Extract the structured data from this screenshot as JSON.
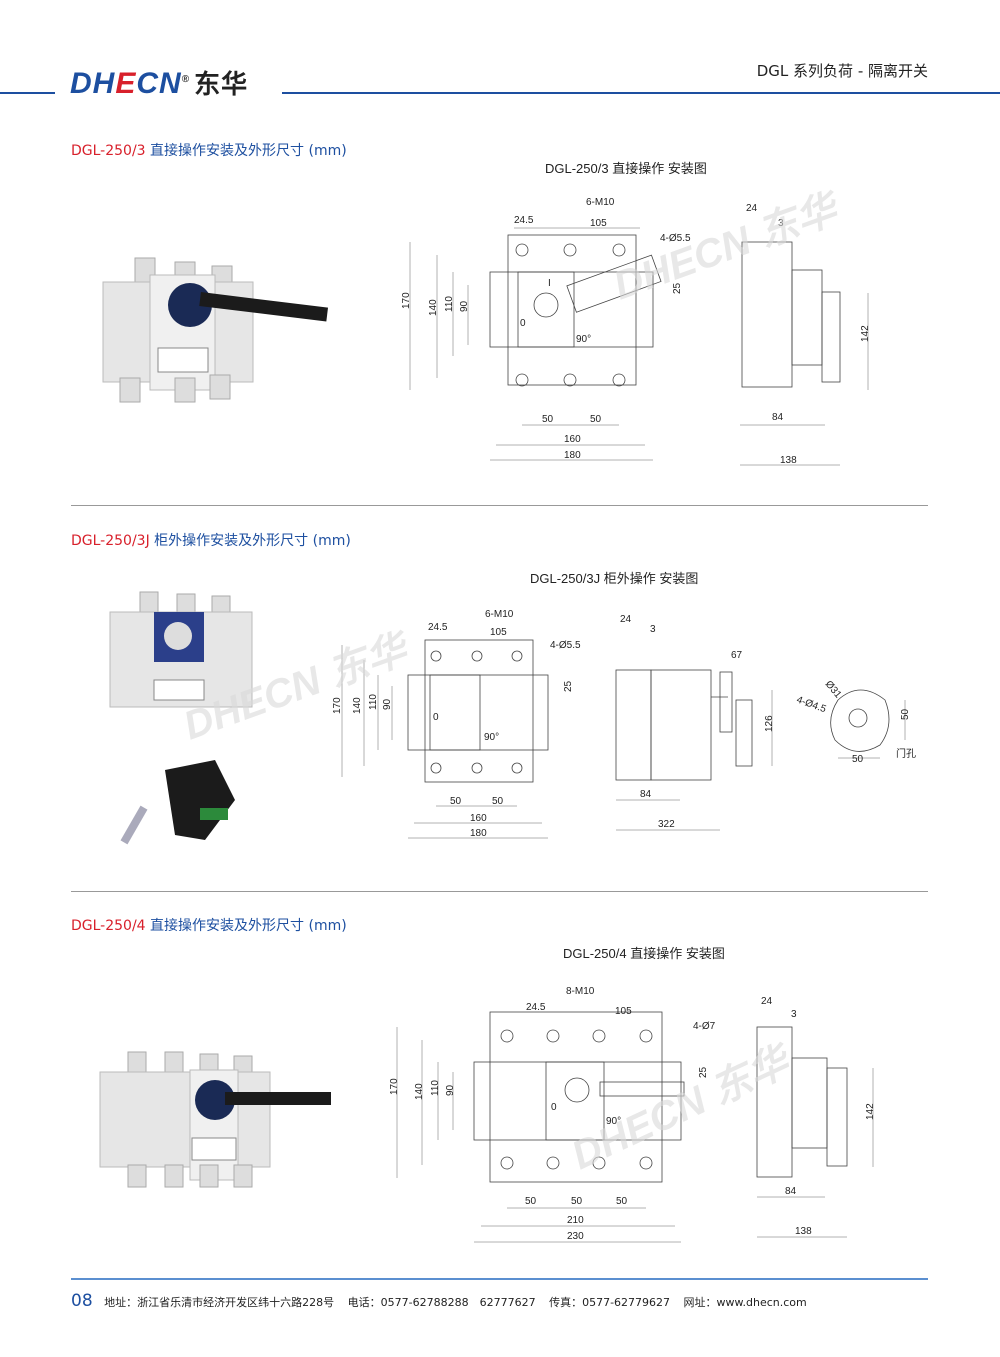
{
  "header": {
    "brand": "DHECN",
    "brand_cn": "东华",
    "series": "DGL 系列负荷 - 隔离开关"
  },
  "sections": [
    {
      "model": "DGL-250/3",
      "title": " 直接操作安装及外形尺寸 (mm)",
      "drawing_title": "DGL-250/3 直接操作 安装图",
      "front": {
        "bolts": "6-M10",
        "d24_5": "24.5",
        "d105": "105",
        "holes": "4-Ø5.5",
        "d25": "25",
        "h170": "170",
        "h140": "140",
        "h110": "110",
        "h90": "90",
        "pos_o": "0",
        "pos_i": "I",
        "angle": "90°",
        "w50a": "50",
        "w50b": "50",
        "w160": "160",
        "w180": "180"
      },
      "side": {
        "d24": "24",
        "d3": "3",
        "h142": "142",
        "w84": "84",
        "w138": "138"
      }
    },
    {
      "model": "DGL-250/3J",
      "title": " 柜外操作安装及外形尺寸 (mm)",
      "drawing_title": "DGL-250/3J 柜外操作 安装图",
      "front": {
        "bolts": "6-M10",
        "d24_5": "24.5",
        "d105": "105",
        "holes": "4-Ø5.5",
        "d25": "25",
        "h170": "170",
        "h140": "140",
        "h110": "110",
        "h90": "90",
        "pos_o": "0",
        "angle": "90°",
        "w50a": "50",
        "w50b": "50",
        "w160": "160",
        "w180": "180"
      },
      "side": {
        "d24": "24",
        "d3": "3",
        "d67": "67",
        "h126": "126",
        "w84": "84",
        "w322": "322"
      },
      "door": {
        "d31": "Ø31",
        "holes": "4-Ø4.5",
        "w50": "50",
        "h50": "50",
        "label": "门孔"
      }
    },
    {
      "model": "DGL-250/4",
      "title": " 直接操作安装及外形尺寸 (mm)",
      "drawing_title": "DGL-250/4 直接操作 安装图",
      "front": {
        "bolts": "8-M10",
        "d24_5": "24.5",
        "d105": "105",
        "holes": "4-Ø7",
        "d25": "25",
        "h170": "170",
        "h140": "140",
        "h110": "110",
        "h90": "90",
        "pos_o": "0",
        "angle": "90°",
        "w50a": "50",
        "w50b": "50",
        "w50c": "50",
        "w210": "210",
        "w230": "230"
      },
      "side": {
        "d24": "24",
        "d3": "3",
        "h142": "142",
        "w84": "84",
        "w138": "138"
      }
    }
  ],
  "footer": {
    "page": "08",
    "address": "地址：浙江省乐清市经济开发区纬十六路228号",
    "phone": "电话：0577-62788288　62777627",
    "fax": "传真：0577-62779627",
    "web": "网址：www.dhecn.com"
  },
  "colors": {
    "brand_blue": "#1d4fa0",
    "brand_red": "#d8202b"
  }
}
